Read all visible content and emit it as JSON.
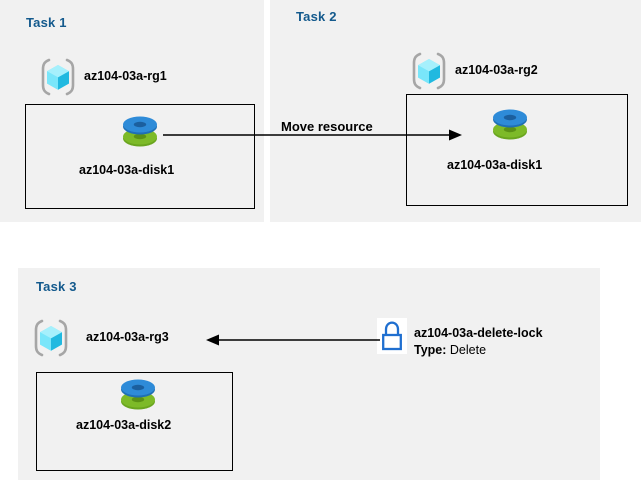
{
  "diagram": {
    "title_color": "#145a8d",
    "panel_bg": "#f1f1f1",
    "page_bg": "#ffffff",
    "accent_blue": "#2e8bd8",
    "accent_green": "#7dba28",
    "cube_cyan": "#5fe0f5",
    "lock_blue": "#1f6fd0"
  },
  "panels": [
    {
      "id": "task1",
      "title": "Task 1",
      "resource_group": {
        "icon": "resource-group-icon",
        "label": "az104-03a-rg1"
      },
      "resources": [
        {
          "icon": "managed-disk-icon",
          "label": "az104-03a-disk1"
        }
      ]
    },
    {
      "id": "task2",
      "title": "Task 2",
      "resource_group": {
        "icon": "resource-group-icon",
        "label": "az104-03a-rg2"
      },
      "resources": [
        {
          "icon": "managed-disk-icon",
          "label": "az104-03a-disk1"
        }
      ]
    },
    {
      "id": "task3",
      "title": "Task 3",
      "resource_group": {
        "icon": "resource-group-icon",
        "label": "az104-03a-rg3"
      },
      "resources": [
        {
          "icon": "managed-disk-icon",
          "label": "az104-03a-disk2"
        }
      ],
      "lock": {
        "icon": "lock-icon",
        "name": "az104-03a-delete-lock",
        "type_key": "Type:",
        "type_value": "Delete"
      }
    }
  ],
  "connectors": [
    {
      "id": "move-resource",
      "label": "Move resource",
      "from": "az104-03a-disk1",
      "to": "az104-03a-disk1",
      "direction": "right"
    },
    {
      "id": "delete-lock-applies-to",
      "label": "",
      "from": "az104-03a-delete-lock",
      "to": "az104-03a-rg3",
      "direction": "left"
    }
  ]
}
